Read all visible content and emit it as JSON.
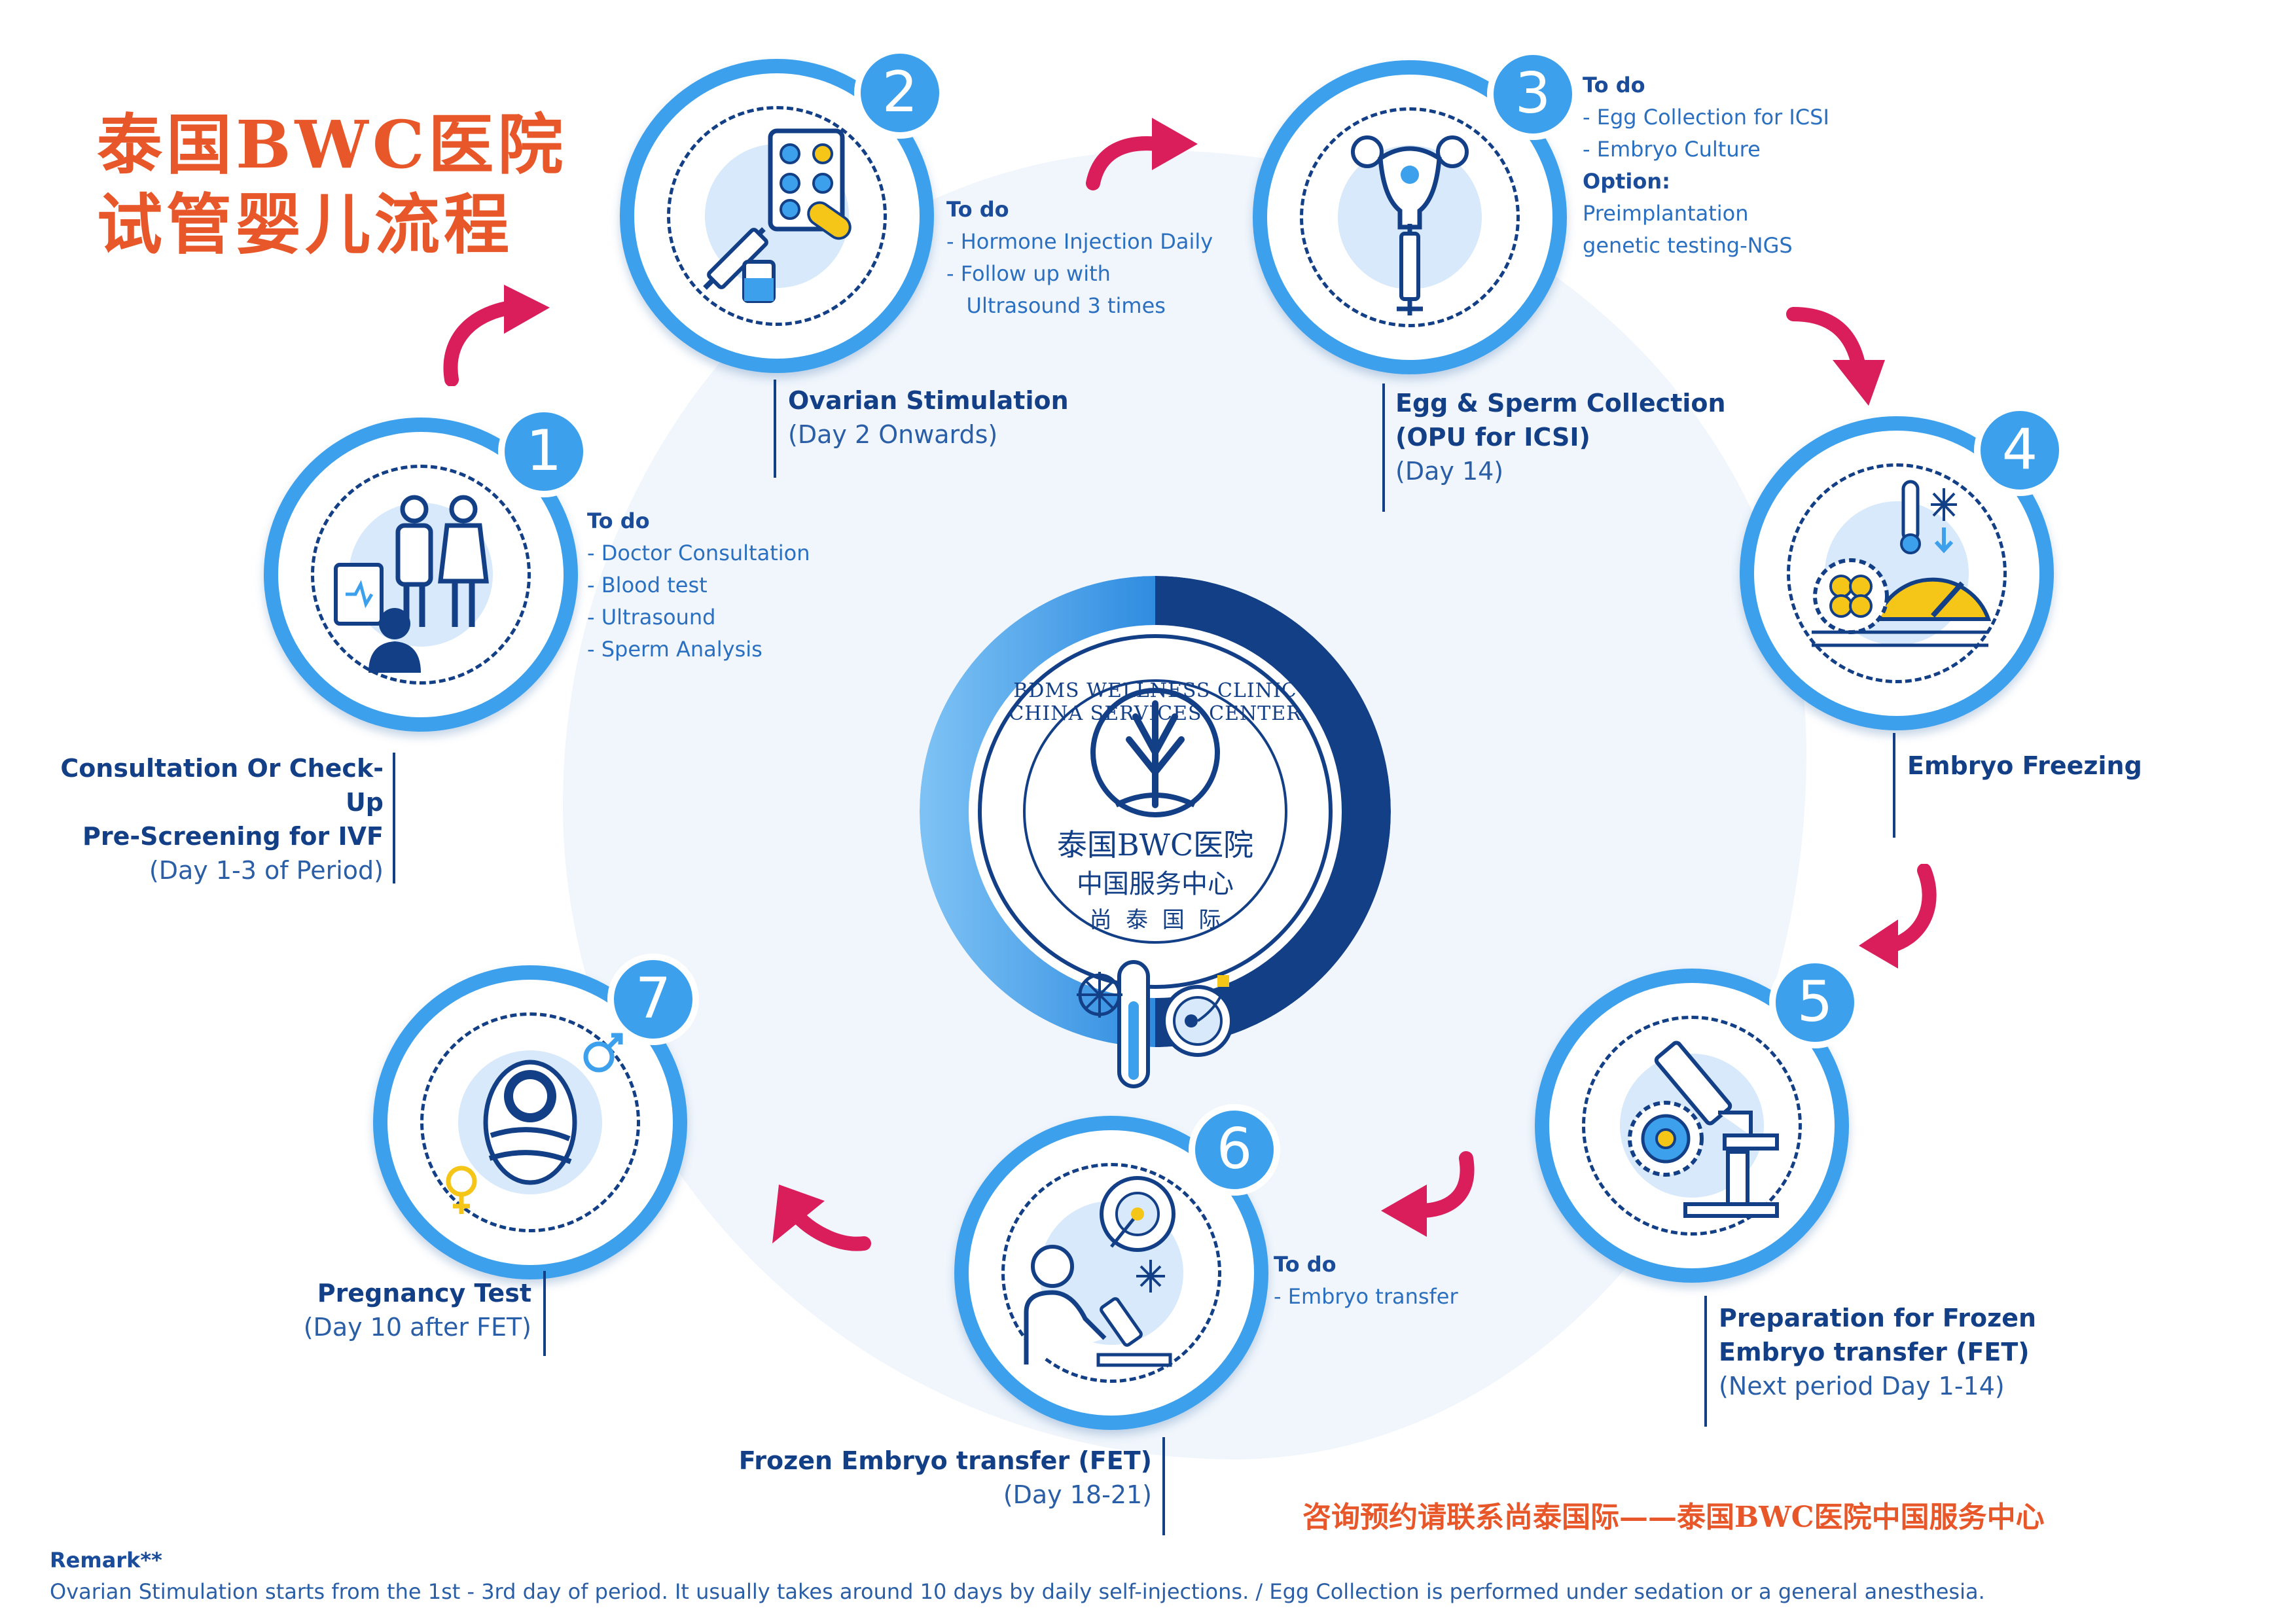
{
  "title": {
    "line1": "泰国BWC医院",
    "line2": "试管婴儿流程"
  },
  "colors": {
    "accent": "#3da0ec",
    "navy": "#133f86",
    "arrow": "#d91e5b",
    "orange": "#e8572a"
  },
  "center": {
    "ring_text": "BDMS WELLNESS CLINIC CHINA SERVICES CENTER",
    "name_cn": "泰国BWC医院",
    "sub_cn": "中国服务中心",
    "bottom_cn": "尚  泰  国  际"
  },
  "steps": [
    {
      "num": "1",
      "icon": "couple-doctor-icon",
      "title1": "Consultation Or Check-Up",
      "title2": "Pre-Screening for IVF",
      "detail": "(Day 1-3 of Period)",
      "todo_header": "To do",
      "todo": [
        "- Doctor Consultation",
        "- Blood test",
        "- Ultrasound",
        "- Sperm Analysis"
      ]
    },
    {
      "num": "2",
      "icon": "injection-pills-icon",
      "title1": "Ovarian Stimulation",
      "detail": "(Day 2 Onwards)",
      "todo_header": "To do",
      "todo": [
        "- Hormone Injection Daily",
        "- Follow up with",
        "   Ultrasound 3 times"
      ]
    },
    {
      "num": "3",
      "icon": "uterus-syringe-icon",
      "title1": "Egg & Sperm Collection",
      "title2": "(OPU for ICSI)",
      "detail": "(Day 14)",
      "todo_header": "To do",
      "todo": [
        "- Egg Collection for ICSI",
        "- Embryo Culture"
      ],
      "option_header": "Option:",
      "option": [
        "Preimplantation",
        "genetic testing-NGS"
      ]
    },
    {
      "num": "4",
      "icon": "embryo-freezing-icon",
      "title1": "Embryo Freezing"
    },
    {
      "num": "5",
      "icon": "microscope-icon",
      "title1": "Preparation for Frozen",
      "title2": "Embryo transfer (FET)",
      "detail": "(Next period Day 1-14)"
    },
    {
      "num": "6",
      "icon": "embryo-transfer-icon",
      "title1": "Frozen Embryo transfer (FET)",
      "detail": "(Day 18-21)",
      "todo_header": "To do",
      "todo": [
        "- Embryo transfer"
      ]
    },
    {
      "num": "7",
      "icon": "baby-icon",
      "title1": "Pregnancy Test",
      "detail": "(Day 10 after FET)"
    }
  ],
  "footer_cn": "咨询预约请联系尚泰国际——泰国BWC医院中国服务中心",
  "remark": {
    "label": "Remark**",
    "text": "Ovarian Stimulation starts from the 1st - 3rd day of period. It usually takes around 10 days by daily self-injections. / Egg Collection is performed under sedation or a general anesthesia."
  }
}
